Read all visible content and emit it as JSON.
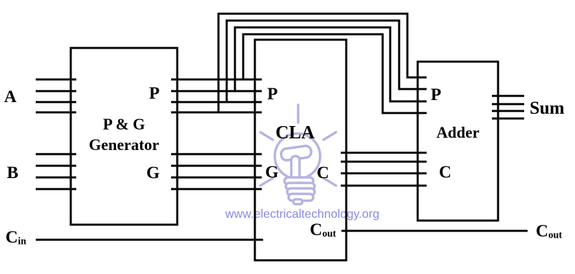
{
  "signals": {
    "a": "A",
    "b": "B",
    "sum": "Sum",
    "cin": {
      "base": "C",
      "sub": "in"
    },
    "cout": {
      "base": "C",
      "sub": "out"
    }
  },
  "blocks": {
    "pg_generator": {
      "label_line1": "P & G",
      "label_line2": "Generator",
      "ports": {
        "p": "P",
        "g": "G"
      }
    },
    "cla": {
      "label": "CLA",
      "ports": {
        "p": "P",
        "g": "G",
        "c": "C"
      },
      "cout": {
        "base": "C",
        "sub": "out"
      }
    },
    "adder": {
      "label": "Adder",
      "ports": {
        "p": "P",
        "c": "C"
      }
    }
  },
  "buses": {
    "a_input": {
      "signal": "A",
      "wires": 4,
      "from": "input",
      "to": "pg_generator"
    },
    "b_input": {
      "signal": "B",
      "wires": 4,
      "from": "input",
      "to": "pg_generator"
    },
    "p_bus": {
      "signal": "P",
      "wires": 4,
      "from": "pg_generator",
      "to": "cla"
    },
    "g_bus": {
      "signal": "G",
      "wires": 4,
      "from": "pg_generator",
      "to": "cla"
    },
    "p_bypass": {
      "signal": "P",
      "wires": 4,
      "from": "pg_generator",
      "to": "adder"
    },
    "c_bus": {
      "signal": "C",
      "wires": 4,
      "from": "cla",
      "to": "adder"
    },
    "sum_output": {
      "signal": "Sum",
      "wires": 4,
      "from": "adder",
      "to": "output"
    },
    "cin_line": {
      "signal": "Cin",
      "wires": 1,
      "from": "input",
      "to": "cla"
    },
    "cout_line": {
      "signal": "Cout",
      "wires": 1,
      "from": "cla",
      "to": "output"
    }
  },
  "watermark": {
    "text": "www.electricaltechnology.org",
    "color": "#8a8ae0",
    "bulb_color": "#b5b3e0"
  },
  "colors": {
    "line": "#000000",
    "background": "#ffffff"
  }
}
